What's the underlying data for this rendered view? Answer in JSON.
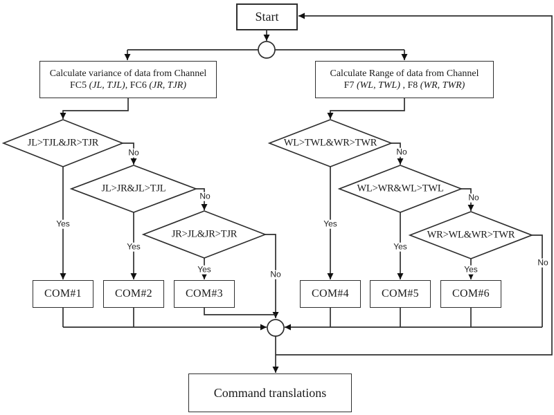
{
  "diagram": {
    "start": "Start",
    "processes": [
      {
        "line1": "Calculate variance of data from Channel",
        "segments": [
          "FC5 ",
          "(JL, TJL)",
          ", FC6 ",
          "(JR, TJR)"
        ]
      },
      {
        "line1": "Calculate Range of data from Channel",
        "segments": [
          "F7 ",
          "(WL, TWL)",
          " , F8 ",
          "(WR, TWR)"
        ]
      }
    ],
    "decisions": [
      "JL>TJL&JR>TJR",
      "JL>JR&JL>TJL",
      "JR>JL&JR>TJR",
      "WL>TWL&WR>TWR",
      "WL>WR&WL>TWL",
      "WR>WL&WR>TWR"
    ],
    "commands": [
      "COM#1",
      "COM#2",
      "COM#3",
      "COM#4",
      "COM#5",
      "COM#6"
    ],
    "end": "Command translations",
    "labels": {
      "yes": "Yes",
      "no": "No"
    },
    "colors": {
      "line": "#2e2e2e",
      "node_fill": "#ffffff",
      "background": "#ffffff"
    }
  }
}
